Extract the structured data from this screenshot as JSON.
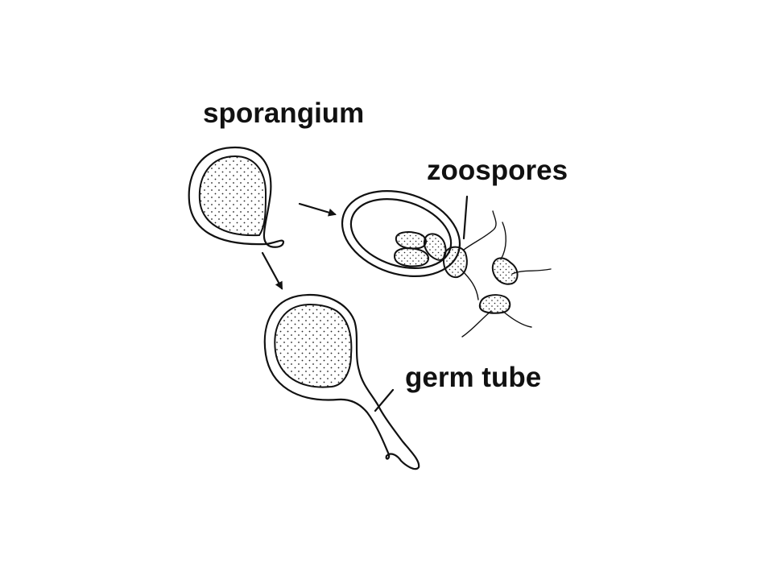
{
  "labels": {
    "sporangium": "sporangium",
    "zoospores": "zoospores",
    "germ_tube": "germ tube"
  },
  "colors": {
    "ink": "#111111",
    "background": "#ffffff"
  }
}
